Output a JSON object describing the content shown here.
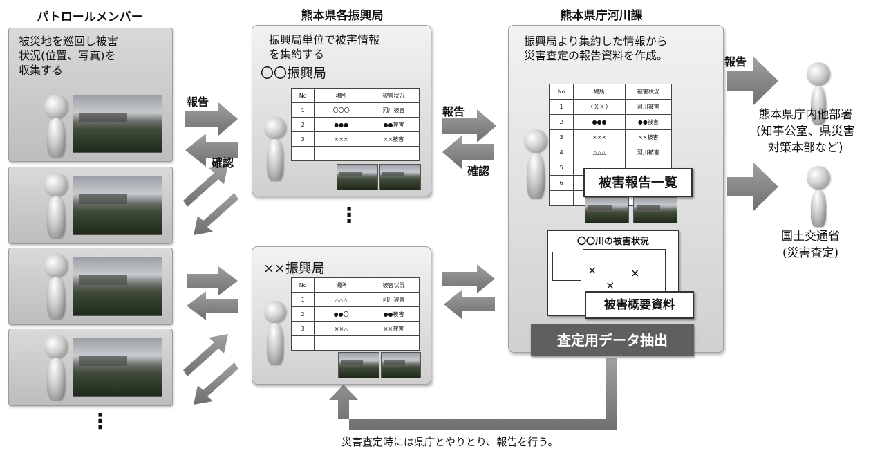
{
  "headers": {
    "patrol": "パトロールメンバー",
    "bureau": "熊本県各振興局",
    "river": "熊本県庁河川課"
  },
  "patrol_panel_text": "被災地を巡回し被害\n状況(位置、写真)を\n収集する",
  "arrows": {
    "report1": "報告",
    "confirm1": "確認",
    "report2": "報告",
    "confirm2": "確認",
    "report3": "報告"
  },
  "bureau1": {
    "desc": "振興局単位で被害情報\nを集約する",
    "name": "〇〇振興局",
    "table": {
      "headers": [
        "No",
        "場所",
        "被害状況"
      ],
      "rows": [
        [
          "1",
          "〇〇〇",
          "河川被害"
        ],
        [
          "2",
          "●●●",
          "●●被害"
        ],
        [
          "3",
          "×××",
          "××被害"
        ],
        [
          "",
          "",
          ""
        ]
      ]
    }
  },
  "dots": "⋮",
  "bureau2": {
    "name": "××振興局",
    "table": {
      "headers": [
        "No",
        "場所",
        "被害状況"
      ],
      "rows": [
        [
          "1",
          "△△△",
          "河川被害"
        ],
        [
          "2",
          "●●〇",
          "●●被害"
        ],
        [
          "3",
          "××△",
          "××被害"
        ],
        [
          "",
          "",
          ""
        ]
      ]
    }
  },
  "river_panel": {
    "desc": "振興局より集約した情報から\n災害査定の報告資料を作成。",
    "table": {
      "headers": [
        "No",
        "場所",
        "被害状況"
      ],
      "rows": [
        [
          "1",
          "〇〇〇",
          "河川被害"
        ],
        [
          "2",
          "●●●",
          "●●被害"
        ],
        [
          "3",
          "×××",
          "××被害"
        ],
        [
          "4",
          "△△△",
          "河川被害"
        ],
        [
          "5",
          "",
          ""
        ],
        [
          "6",
          "",
          ""
        ],
        [
          "",
          "",
          ""
        ]
      ]
    },
    "report_list": "被害報告一覧",
    "status_title": "〇〇川の被害状況",
    "summary_label": "被害概要資料",
    "extract_button": "査定用データ抽出"
  },
  "recipients": {
    "internal": "熊本県庁内他部署\n(知事公室、県災害\n対策本部など)",
    "mlit": "国土交通省\n(災害査定)"
  },
  "footer_note": "災害査定時には県庁とやりとり、報告を行う。",
  "colors": {
    "arrow": "#8c8c8c",
    "arrow_dark": "#7a7a7a",
    "extract_bg": "#5f5f5f"
  }
}
